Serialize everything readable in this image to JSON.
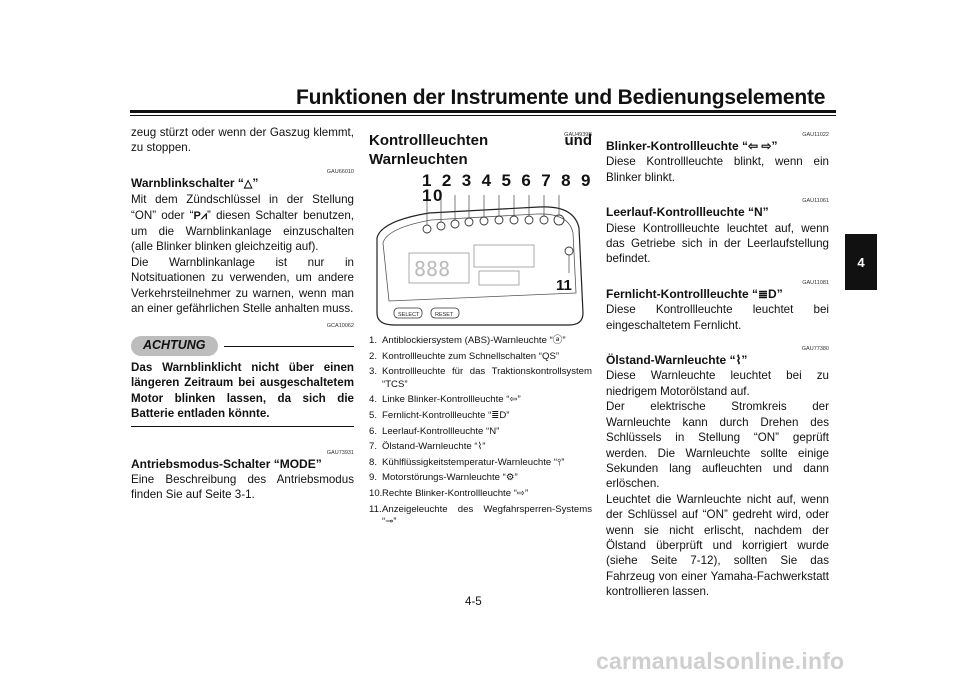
{
  "header": {
    "title": "Funktionen der Instrumente und Bedienungselemente",
    "chapter_tab": "4"
  },
  "col1": {
    "intro": "zeug stürzt oder wenn der Gaszug klemmt, zu stoppen.",
    "code1": "GAU66010",
    "warnblink_title": "Warnblinkschalter “",
    "warnblink_title_end": "”",
    "warnblink_body_a": "Mit dem Zündschlüssel in der Stellung “ON” oder “",
    "warnblink_body_b": "” diesen Schalter benutzen, um die Warnblinkanlage einzuschalten (alle Blinker blinken gleichzeitig auf).",
    "warnblink_body2": "Die Warnblinkanlage ist nur in Notsituationen zu verwenden, um andere Verkehrsteilnehmer zu warnen, wenn man an einer gefährlichen Stelle anhalten muss.",
    "code2": "GCA10062",
    "achtung": "ACHTUNG",
    "warning": "Das Warnblinklicht nicht über einen längeren Zeitraum bei ausgeschaltetem Motor blinken lassen, da sich die Batterie entladen könnte.",
    "code3": "GAU73931",
    "mode_title": "Antriebsmodus-Schalter “MODE”",
    "mode_body": "Eine Beschreibung des Antriebsmodus finden Sie auf Seite 3-1."
  },
  "col2": {
    "code": "GAU4939B",
    "title": "Kontrollleuchten und Warnleuchten",
    "callouts": "1 2 3 4 5 6 7 8 9 10",
    "callout11": "11",
    "btn_select": "SELECT",
    "btn_reset": "RESET",
    "items": [
      {
        "no": "1.",
        "text": "Antiblockiersystem (ABS)-Warnleuchte “ⓐ”"
      },
      {
        "no": "2.",
        "text": "Kontrollleuchte zum Schnellschalten “QS”"
      },
      {
        "no": "3.",
        "text": "Kontrollleuchte für das Traktionskontrollsystem “TCS”"
      },
      {
        "no": "4.",
        "text": "Linke Blinker-Kontrollleuchte “⇦”"
      },
      {
        "no": "5.",
        "text": "Fernlicht-Kontrollleuchte “≣D”"
      },
      {
        "no": "6.",
        "text": "Leerlauf-Kontrollleuchte “N”"
      },
      {
        "no": "7.",
        "text": "Ölstand-Warnleuchte “⌇”"
      },
      {
        "no": "8.",
        "text": "Kühlflüssigkeitstemperatur-Warnleuchte “⫯”"
      },
      {
        "no": "9.",
        "text": "Motorstörungs-Warnleuchte “⚙”"
      },
      {
        "no": "10.",
        "text": "Rechte Blinker-Kontrollleuchte “⇨”"
      },
      {
        "no": "11.",
        "text": "Anzeigeleuchte des Wegfahrsperren-Systems “⊸”"
      }
    ]
  },
  "col3": {
    "code1": "GAU11022",
    "blink_title": "Blinker-Kontrollleuchte “⇦  ⇨”",
    "blink_body": "Diese Kontrollleuchte blinkt, wenn ein Blinker blinkt.",
    "code2": "GAU11061",
    "leer_title": "Leerlauf-Kontrollleuchte “N”",
    "leer_body": "Diese Kontrollleuchte leuchtet auf, wenn das Getriebe sich in der Leerlaufstellung befindet.",
    "code3": "GAU11081",
    "fern_title": "Fernlicht-Kontrollleuchte “≣D”",
    "fern_body": "Diese Kontrollleuchte leuchtet bei eingeschaltetem Fernlicht.",
    "code4": "GAU77380",
    "oel_title": "Ölstand-Warnleuchte “⌇”",
    "oel_body1": "Diese Warnleuchte leuchtet bei zu niedrigem Motorölstand auf.",
    "oel_body2": "Der elektrische Stromkreis der Warnleuchte kann durch Drehen des Schlüssels in Stellung “ON” geprüft werden. Die Warnleuchte sollte einige Sekunden lang aufleuchten und dann erlöschen.",
    "oel_body3": "Leuchtet die Warnleuchte nicht auf, wenn der Schlüssel auf “ON” gedreht wird, oder wenn sie nicht erlischt, nachdem der Ölstand überprüft und korrigiert wurde (siehe Seite 7-12), sollten Sie das Fahrzeug von einer Yamaha-Fachwerkstatt kontrollieren lassen."
  },
  "footer": {
    "page": "4-5",
    "watermark": "carmanualsonline.info"
  }
}
